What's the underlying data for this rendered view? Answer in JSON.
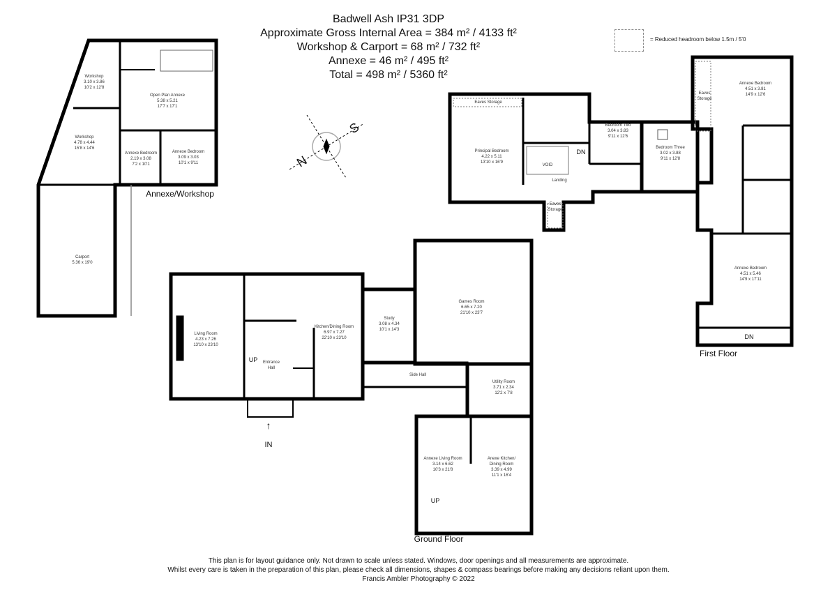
{
  "header": {
    "address": "Badwell Ash IP31 3DP",
    "gross_area": "Approximate Gross Internal Area = 384 m² / 4133 ft²",
    "workshop_carport": "Workshop & Carport = 68 m² / 732 ft²",
    "annexe": "Annexe = 46 m² / 495 ft²",
    "total": "Total = 498 m² / 5360 ft²"
  },
  "legend": {
    "reduced_headroom": "= Reduced headroom below 1.5m / 5'0"
  },
  "compass": {
    "north": "N",
    "south": "S"
  },
  "sections": {
    "annexe_workshop": "Annexe/Workshop",
    "ground_floor": "Ground Floor",
    "first_floor": "First Floor",
    "entrance": "IN"
  },
  "annexe_workshop_rooms": [
    {
      "name": "Workshop",
      "metric": "3.10 x 3.86",
      "imperial": "10'2 x 12'8"
    },
    {
      "name": "Open Plan Annexe",
      "metric": "5.38 x 5.21",
      "imperial": "17'7 x 17'1"
    },
    {
      "name": "Workshop",
      "metric": "4.78 x 4.44",
      "imperial": "15'8 x 14'6"
    },
    {
      "name": "Annexe Bedroom",
      "metric": "2.19 x 3.08",
      "imperial": "7'2 x 10'1"
    },
    {
      "name": "Annexe Bedroom",
      "metric": "3.09 x 3.03",
      "imperial": "10'1 x 9'11"
    },
    {
      "name": "Carport",
      "metric": "5.36 x 19'0",
      "imperial": ""
    }
  ],
  "first_floor_rooms": [
    {
      "name": "Principal Bedroom",
      "metric": "4.22 x 5.11",
      "imperial": "13'10 x 16'9"
    },
    {
      "name": "Bedroom Two",
      "metric": "3.04 x 3.83",
      "imperial": "9'11 x 12'6"
    },
    {
      "name": "Bedroom Three",
      "metric": "3.02 x 3.88",
      "imperial": "9'11 x 12'8"
    },
    {
      "name": "Annexe Bedroom",
      "metric": "4.51 x 3.81",
      "imperial": "14'9 x 12'6"
    },
    {
      "name": "Annexe Bedroom",
      "metric": "4.51 x 5.46",
      "imperial": "14'9 x 17'11"
    }
  ],
  "first_floor_labels": {
    "eaves_storage_top": "Eaves Storage",
    "eaves_storage_bottom_1": "Eaves",
    "eaves_storage_bottom_2": "Storage",
    "eaves_storage_right_1": "Eaves",
    "eaves_storage_right_2": "Storage",
    "void": "VOID",
    "landing": "Landing",
    "dn_main": "DN",
    "dn_annexe": "DN"
  },
  "ground_floor_rooms": [
    {
      "name": "Living Room",
      "metric": "4.23 x 7.26",
      "imperial": "13'10 x 23'10"
    },
    {
      "name": "Kitchen/Dining Room",
      "metric": "6.97 x 7.27",
      "imperial": "22'10 x 23'10"
    },
    {
      "name": "Study",
      "metric": "3.08 x 4.34",
      "imperial": "10'1 x 14'3"
    },
    {
      "name": "Games Room",
      "metric": "6.65 x 7.20",
      "imperial": "21'10 x 23'7"
    },
    {
      "name": "Utility Room",
      "metric": "3.71 x 2.34",
      "imperial": "12'2 x 7'8"
    },
    {
      "name": "Annexe Living Room",
      "metric": "3.14 x 6.62",
      "imperial": "10'3 x 21'8"
    },
    {
      "name": "Anexe Kitchen/ Dining Room",
      "metric": "3.39 x 4.99",
      "imperial": "11'1 x 16'4"
    }
  ],
  "ground_floor_labels": {
    "entrance_hall_1": "Entrance",
    "entrance_hall_2": "Hall",
    "side_hall": "Side Hall",
    "up_main": "UP",
    "up_annexe": "UP"
  },
  "footer": {
    "line1": "This plan is for layout guidance only. Not drawn to scale unless stated. Windows, door openings and all measurements are approximate.",
    "line2": "Whilst every care is taken in the preparation of this plan, please check all dimensions, shapes & compass bearings before making any decisions reliant upon them.",
    "line3": "Francis Ambler Photography © 2022"
  }
}
